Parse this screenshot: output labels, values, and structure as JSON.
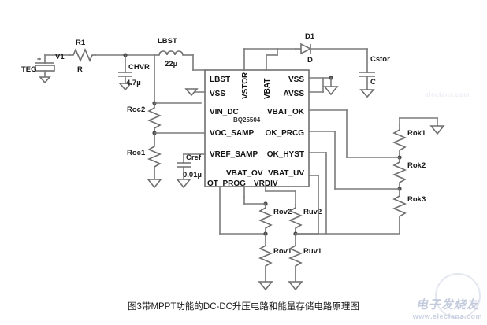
{
  "caption": "图3带MPPT功能的DC-DC升压电路和能量存储电路原理图",
  "ic": {
    "part_number": "BQ25504",
    "pins_left": [
      "LBST",
      "VSS",
      "VIN_DC",
      "VOC_SAMP",
      "VREF_SAMP",
      "VBAT_OV"
    ],
    "pins_right": [
      "VSS",
      "AVSS",
      "VBAT_OK",
      "OK_PRCG",
      "OK_HYST",
      "VBAT_UV"
    ],
    "pins_top": [
      "VSTOR",
      "VBAT"
    ],
    "pins_bottom": [
      "OT_PROG",
      "VRDIV"
    ]
  },
  "components": {
    "source": {
      "name": "V1",
      "label": "TEG",
      "polarity": "+"
    },
    "r1": {
      "name": "R1",
      "value": "R"
    },
    "chvr": {
      "name": "CHVR",
      "value": "4.7µ"
    },
    "lbst": {
      "name": "LBST",
      "value": "22µ"
    },
    "d1": {
      "name": "D1",
      "value": "D"
    },
    "cstor": {
      "name": "Cstor",
      "value": "C"
    },
    "cref": {
      "name": "Cref",
      "value": "0.01µ"
    },
    "roc2": {
      "name": "Roc2"
    },
    "roc1": {
      "name": "Roc1"
    },
    "rov2": {
      "name": "Rov2"
    },
    "rov1": {
      "name": "Rov1"
    },
    "ruv2": {
      "name": "Ruv2"
    },
    "ruv1": {
      "name": "Ruv1"
    },
    "rok1": {
      "name": "Rok1"
    },
    "rok2": {
      "name": "Rok2"
    },
    "rok3": {
      "name": "Rok3"
    }
  },
  "watermark": {
    "brand_cn": "电子发烧友",
    "url": "www.elecfans.com",
    "faint": "elecfans.com"
  },
  "colors": {
    "wire": "#7a7a7a",
    "label": "#1b1b1b",
    "background": "#ffffff",
    "watermark": "#c9cfe0"
  }
}
